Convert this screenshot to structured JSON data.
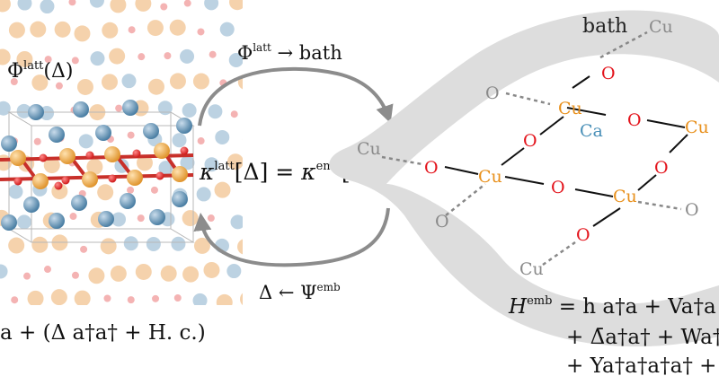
{
  "lattice_panel": {
    "phi_label": "Φ^latt(Δ)",
    "phi_base": "Φ",
    "phi_sup": "latt",
    "phi_arg": "(Δ)"
  },
  "center_panel": {
    "top_arrow_base": "Φ",
    "top_arrow_sup": "latt",
    "top_arrow_rest": " → bath",
    "kappa_left_base": "κ",
    "kappa_left_sup": "latt",
    "kappa_left_arg": "[Δ]",
    "equals": " = ",
    "kappa_right_base": "κ",
    "kappa_right_sup": "emb",
    "kappa_right_arg": "[Δ]",
    "bottom_arrow_left": "Δ ← ",
    "bottom_arrow_base": "Ψ",
    "bottom_arrow_sup": "emb"
  },
  "embedding_panel": {
    "bath_label": "bath",
    "atoms": {
      "cu": "Cu",
      "o": "O",
      "ca": "Ca"
    }
  },
  "equations": {
    "lattice_hamiltonian": "a + (Δ a†a† + H. c.)",
    "emb_lhs_base": "H",
    "emb_lhs_sup": "emb",
    "emb_line1": " = h a†a + Va†a",
    "emb_line2": "+ Δ̄a†a† + Wa†a",
    "emb_line3": "+ Ya†a†a†a† +"
  },
  "colors": {
    "cu": "#e8901c",
    "o": "#e3141c",
    "ca": "#4a90b8",
    "bath": "#dddddd",
    "arrow": "#8c8c8c"
  }
}
